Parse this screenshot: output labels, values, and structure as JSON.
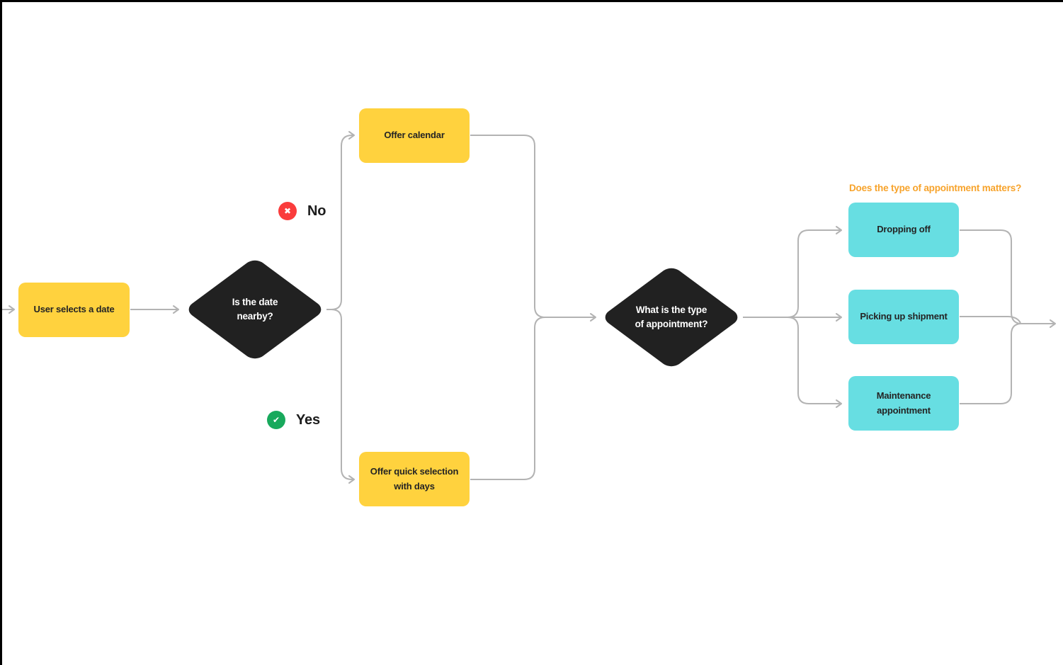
{
  "flowchart": {
    "nodes": {
      "start": {
        "label": "User selects a date",
        "shape": "rounded-rect",
        "fill": "#FFD23E"
      },
      "decision_date": {
        "label": "Is the date nearby?",
        "shape": "diamond",
        "fill": "#212121"
      },
      "offer_calendar": {
        "label": "Offer calendar",
        "shape": "rounded-rect",
        "fill": "#FFD23E"
      },
      "offer_quick": {
        "label": "Offer quick selection with days",
        "shape": "rounded-rect",
        "fill": "#FFD23E"
      },
      "decision_type": {
        "label": "What is the type of appointment?",
        "shape": "diamond",
        "fill": "#212121"
      },
      "dropping_off": {
        "label": "Dropping off",
        "shape": "rounded-rect",
        "fill": "#67DEE2"
      },
      "picking_up": {
        "label": "Picking up shipment",
        "shape": "rounded-rect",
        "fill": "#67DEE2"
      },
      "maintenance": {
        "label": "Maintenance appointment",
        "shape": "rounded-rect",
        "fill": "#67DEE2"
      }
    },
    "edge_labels": {
      "no": {
        "text": "No",
        "icon": "cross-circle-icon",
        "icon_glyph": "✖",
        "icon_color": "#FA3C3C"
      },
      "yes": {
        "text": "Yes",
        "icon": "check-circle-icon",
        "icon_glyph": "✔",
        "icon_color": "#18A95C"
      }
    },
    "annotation": {
      "text": "Does the type of appointment matters?",
      "color": "#F7A32B"
    },
    "style": {
      "background": "#FFFFFF",
      "connector_color": "#B3B3B3",
      "frame_color": "#000000",
      "node_text_dark": "#242424",
      "node_text_light": "#FFFFFF"
    }
  }
}
